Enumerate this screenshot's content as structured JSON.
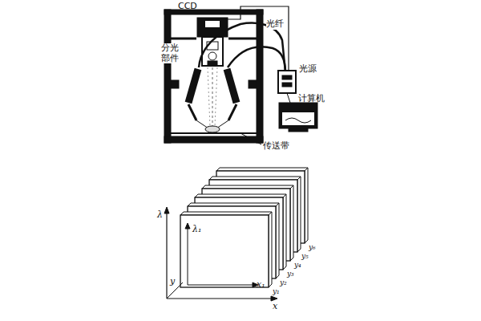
{
  "diagram": {
    "labels": [
      "CCD",
      "光纤",
      "分光部件",
      "光源",
      "计算机",
      "传送带",
      "λ",
      "λ₁",
      "y",
      "x₁",
      "y₆",
      "y₅",
      "y₄",
      "y₃",
      "y₂",
      "y₁",
      "x"
    ]
  }
}
